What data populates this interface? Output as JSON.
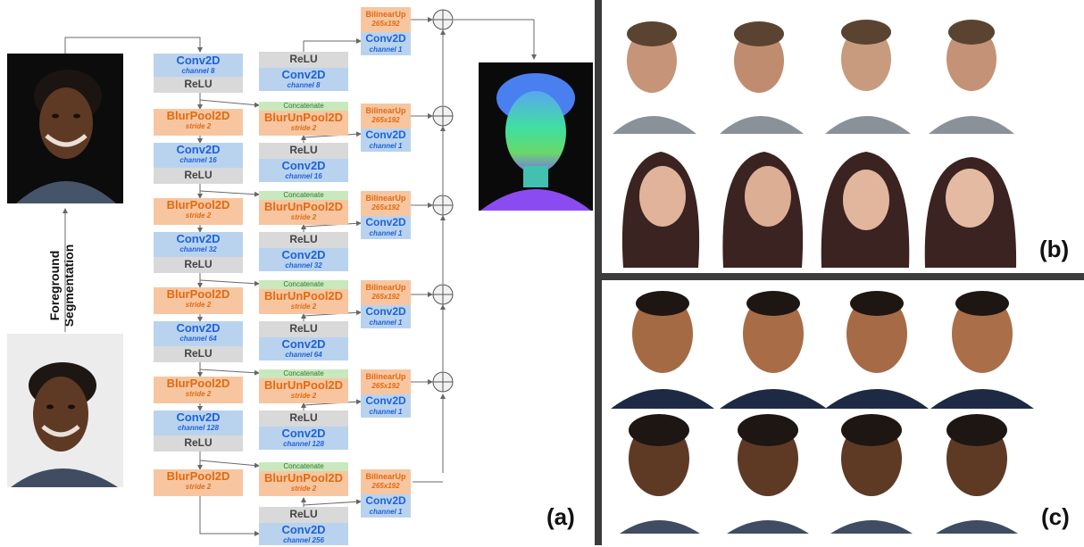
{
  "labels": {
    "foreground_line1": "Foreground",
    "foreground_line2": "Segmentation",
    "panel_a": "(a)",
    "panel_b": "(b)",
    "panel_c": "(c)"
  },
  "network": {
    "conv2d": "Conv2D",
    "relu": "ReLU",
    "blurpool": "BlurPool2D",
    "blurunpool": "BlurUnPool2D",
    "concatenate": "Concatenate",
    "bilinear": "BilinearUp",
    "bilinear_size": "265x192",
    "stride2": "stride 2",
    "channel1": "channel 1",
    "ch8": "channel 8",
    "ch16": "channel 16",
    "ch32": "channel 32",
    "ch64": "channel 64",
    "ch128": "channel 128",
    "ch256": "channel 256"
  },
  "colors": {
    "conv_bg": "#b9d3ee",
    "pool_bg": "#f7c6a1",
    "relu_bg": "#d9d9d9",
    "concat_bg": "#c9e8bd",
    "conv_text": "#1f62d8",
    "pool_text": "#e06a10"
  }
}
